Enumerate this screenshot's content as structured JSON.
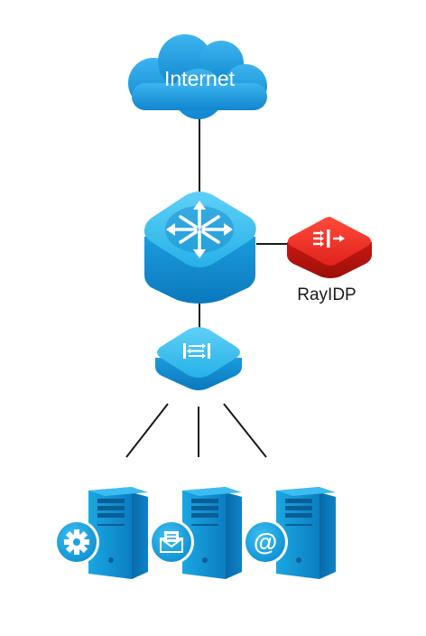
{
  "diagram": {
    "cloud": {
      "label": "Internet",
      "icon": "cloud-icon",
      "color": "#1e9be0"
    },
    "core_switch": {
      "icon": "layer3-switch-icon",
      "color": "#1aa3df"
    },
    "idp_device": {
      "label": "RayIDP",
      "icon": "ips-device-icon",
      "color": "#e0231c"
    },
    "access_device": {
      "icon": "firewall-icon",
      "color": "#1aa3df"
    },
    "servers": [
      {
        "name": "settings-server",
        "badge_icon": "gear-icon"
      },
      {
        "name": "mail-server",
        "badge_icon": "envelope-icon"
      },
      {
        "name": "web-server",
        "badge_icon": "at-sign-icon"
      }
    ],
    "server_color": "#1796cf",
    "badge_color": "#1aa3df"
  }
}
